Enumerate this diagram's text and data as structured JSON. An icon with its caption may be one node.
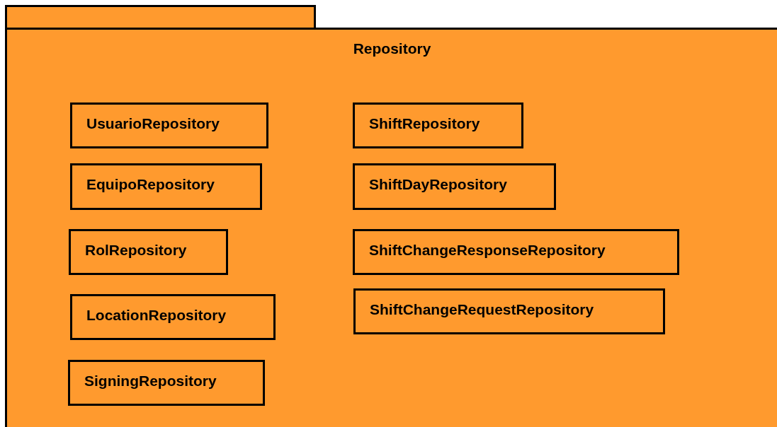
{
  "diagram": {
    "nodes": [
      {
        "text": [
          "Repository"
        ]
      },
      {
        "text": [
          "UsuarioRepository"
        ],
        "in": 0
      },
      {
        "text": [
          "ShiftRepository"
        ],
        "in": 0
      },
      {
        "text": [
          "EquipoRepository"
        ],
        "in": 0
      },
      {
        "text": [
          "ShiftDayRepository"
        ],
        "in": 0
      },
      {
        "text": [
          "RolRepository"
        ],
        "in": 0
      },
      {
        "text": [
          "ShiftChangeResponseRepository"
        ],
        "in": 0
      },
      {
        "text": [
          "LocationRepository"
        ],
        "in": 0
      },
      {
        "text": [
          "ShiftChangeRequestRepository"
        ],
        "in": 0
      },
      {
        "text": [
          "SigningRepository"
        ],
        "in": 0
      }
    ],
    "edges": []
  }
}
